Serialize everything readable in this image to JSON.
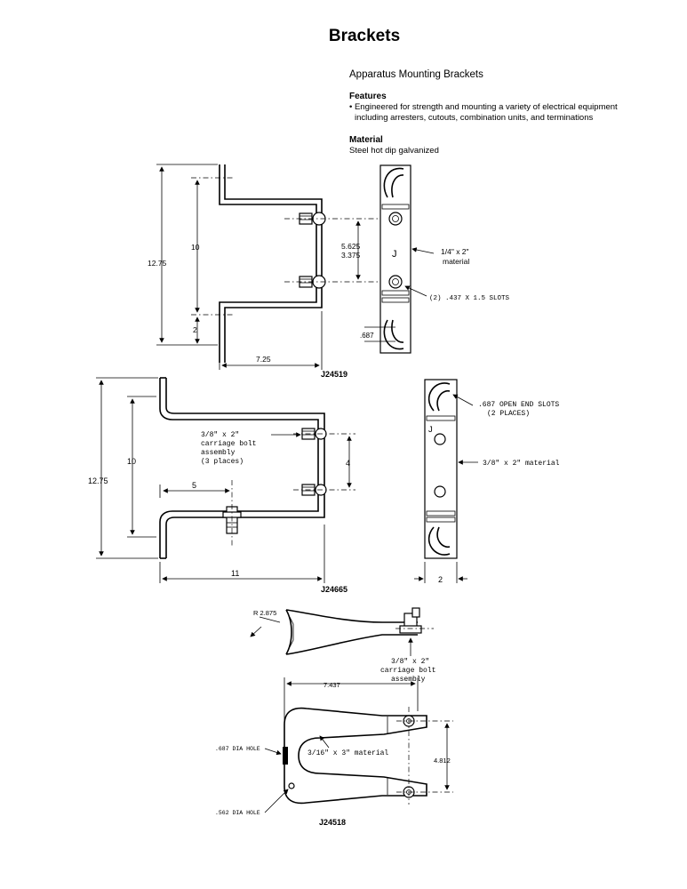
{
  "page_title": "Brackets",
  "subtitle": "Apparatus Mounting Brackets",
  "features": {
    "heading": "Features",
    "line1": "• Engineered for strength and mounting a variety of electrical equipment",
    "line2": "including arresters, cutouts, combination units, and terminations"
  },
  "material": {
    "heading": "Material",
    "text": "Steel hot dip galvanized"
  },
  "bracket1": {
    "part": "J24519",
    "dim_height": "12.75",
    "dim_inner": "10",
    "dim_offset": "2",
    "dim_width": "7.25",
    "dim_bolt_top": "5.625",
    "dim_bolt_bottom": "3.375",
    "dim_slot": ".687",
    "letter": "J",
    "material_note_1": "1/4\" x 2\"",
    "material_note_2": "material",
    "slot_note": "(2) .437 X 1.5 SLOTS"
  },
  "bracket2": {
    "part": "J24665",
    "dim_height": "12.75",
    "dim_inner": "10",
    "dim_5": "5",
    "dim_4": "4",
    "dim_width": "11",
    "dim_plate_width": "2",
    "letter": "J",
    "bolt_note": [
      "3/8\" x 2\"",
      "carriage bolt",
      "assembly",
      "(3 places)"
    ],
    "slot_note": [
      ".687 OPEN END SLOTS",
      "(2 PLACES)"
    ],
    "material_note": "3/8\" x 2\" material"
  },
  "bracket3": {
    "part": "J24518",
    "radius": "R 2.875",
    "bolt_note": [
      "3/8\" x 2\"",
      "carriage bolt",
      "assembly"
    ],
    "dim_length": "7.437",
    "dim_height": "4.812",
    "material_note": "3/16\" x 3\" material",
    "hole_top": ".687 DIA HOLE",
    "hole_bottom": ".562 DIA HOLE"
  }
}
